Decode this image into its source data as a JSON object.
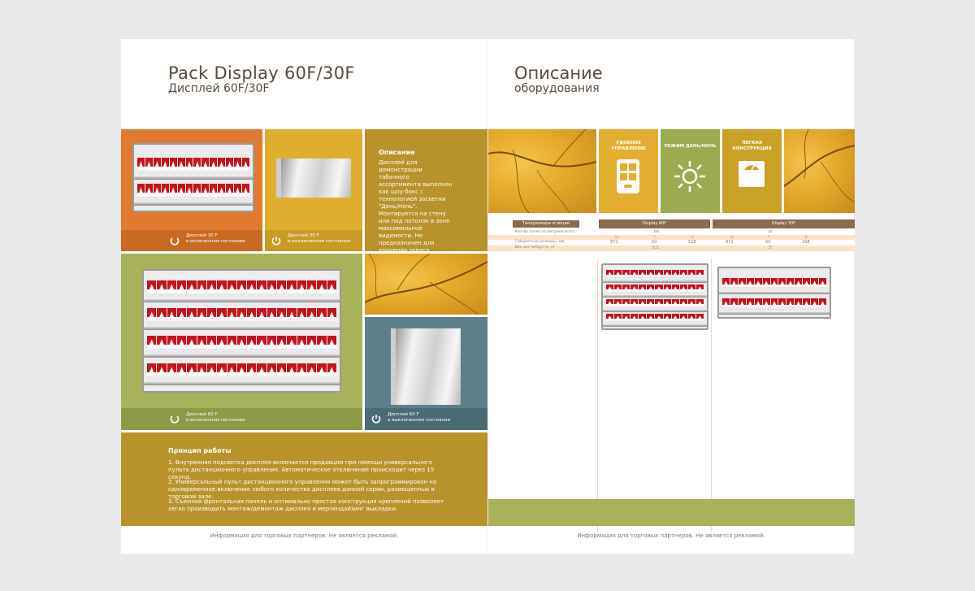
{
  "left_page": {
    "title": "Pack Display 60F/30F",
    "subtitle": "Дисплей 60F/30F",
    "tiles": {
      "tile_30f_on": {
        "caption_line1": "Дисплей 30 F",
        "caption_line2": "в включенном состоянии",
        "icon": "power-on-icon"
      },
      "tile_30f_off": {
        "caption_line1": "Дисплей 30 F",
        "caption_line2": "в выключенном состоянии",
        "icon": "power-off-icon"
      },
      "tile_60f_on": {
        "caption_line1": "Дисплей 60 F",
        "caption_line2": "в включенном состоянии",
        "icon": "power-on-icon"
      },
      "tile_60f_off": {
        "caption_line1": "Дисплей 60 F",
        "caption_line2": "в выключенном состоянии",
        "icon": "power-off-icon"
      }
    },
    "description": {
      "heading": "Описание",
      "text": "Дисплей для демонстрации табачного ассортимента выполнен как шоу-бокс с технологией засветки \"День/Ночь\". Монтируется на стену или под потолок в зоне максимальной видимости. Не предназначен для хранения запаса."
    },
    "principle": {
      "heading": "Принцип работы",
      "items": [
        "1. Внутренняя подсветка дисплея включается продавцом при помощи универсального пульта дистанционного управления. Автоматическое отключение происходит через 15 секунд.",
        "2. Универсальный пульт дистанционного управления может быть запрограммирован на одновременное включение любого количества дисплеев данной серии, размещенных в торговом зале.",
        "3. Съемная фронтальная панель и оптимально простая конструкция креплений позволяет легко производить монтаж/демонтаж дисплея и мерчендайзинг выкладки."
      ]
    },
    "footer": "Информация для торговых партнеров. Не является рекламой."
  },
  "right_page": {
    "title": "Описание",
    "subtitle": "оборудования",
    "features": [
      {
        "label": "УДОБНОЕ УПРАВЛЕНИЕ",
        "icon": "remote-control-icon",
        "color": "#e3ad2f"
      },
      {
        "label": "РЕЖИМ ДЕНЬ/НОЧЬ",
        "icon": "sun-icon",
        "color": "#9aac4f"
      },
      {
        "label": "ЛЕГКАЯ КОНСТРУКЦИЯ",
        "icon": "scale-icon",
        "color": "#c9a227"
      }
    ],
    "spec": {
      "header": [
        "Типоразмеры и опции",
        "Display 60F",
        "Display 30F"
      ],
      "rows": [
        {
          "label": "Кол-во пачек на витрине всего",
          "v60": [
            "",
            "60",
            ""
          ],
          "v30": [
            "",
            "30",
            ""
          ]
        },
        {
          "label": "",
          "v60": [
            "Ш",
            "Г",
            "В"
          ],
          "v30": [
            "Ш",
            "Г",
            "В"
          ]
        },
        {
          "label": "Габаритные размеры, мм",
          "v60": [
            "872",
            "60",
            "528"
          ],
          "v30": [
            "872",
            "60",
            "298"
          ]
        },
        {
          "label": "Вес нетто/брутто, кг",
          "v60": [
            "",
            "5,1",
            ""
          ],
          "v30": [
            "",
            "3",
            ""
          ]
        }
      ]
    },
    "footer": "Информация для торговых партнеров. Не является рекламой."
  },
  "colors": {
    "orange": "#e07a2e",
    "orange_dark": "#c86a22",
    "mustard": "#e0ae2f",
    "mustard_dark": "#c99a25",
    "gold": "#b8922a",
    "olive": "#a8b25a",
    "olive_dark": "#8d9a48",
    "slate": "#5d7f8a",
    "slate_dark": "#4a6a74",
    "brown": "#8b6a4f",
    "title": "#5b4a3b"
  }
}
